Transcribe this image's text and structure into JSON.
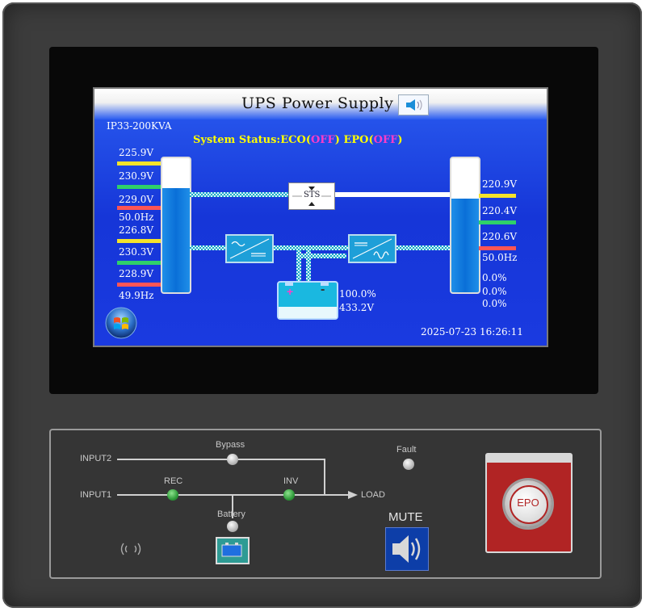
{
  "screen": {
    "title": "UPS Power Supply",
    "model": "IP33-200KVA",
    "status_label": "System Status:",
    "eco_label": "ECO",
    "eco_state": "OFF",
    "epo_label": "EPO",
    "epo_state": "OFF",
    "sts_label": "STS",
    "input_readings": [
      "225.9V",
      "230.9V",
      "229.0V",
      "50.0Hz",
      "226.8V",
      "230.3V",
      "228.9V",
      "49.9Hz"
    ],
    "output_readings": [
      "220.9V",
      "220.4V",
      "220.6V",
      "50.0Hz",
      "0.0%",
      "0.0%",
      "0.0%"
    ],
    "battery_percent": "100.0%",
    "battery_voltage": "433.2V",
    "battery_plus": "+",
    "battery_minus": "-",
    "datetime": "2025-07-23 16:26:11",
    "input_bar_level": 0.78,
    "output_bar_level": 0.7,
    "colors": {
      "background": "#1a3ae0",
      "status_text": "#ffff00",
      "off_text": "#ff3cc8"
    }
  },
  "panel": {
    "input2": "INPUT2",
    "input1": "INPUT1",
    "bypass": "Bypass",
    "rec": "REC",
    "inv": "INV",
    "load": "LOAD",
    "battery": "Battery",
    "fault": "Fault",
    "mute": "MUTE",
    "epo_button": "EPO"
  },
  "icons": [
    "speaker-icon",
    "windows-start-icon",
    "battery-icon",
    "mute-speaker-icon",
    "sound-wave-icon"
  ]
}
